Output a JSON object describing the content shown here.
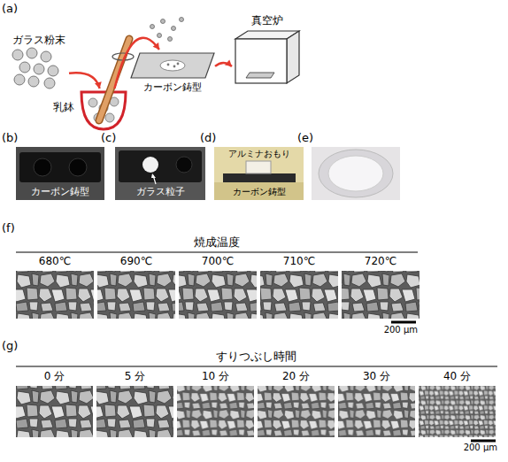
{
  "diagram": {
    "nodes": [
      {
        "text": [
          "ガラス粉末"
        ]
      },
      {
        "text": [
          "乳鉢"
        ]
      },
      {
        "text": [
          "カーボン鋳型"
        ]
      },
      {
        "text": [
          "真空炉"
        ]
      },
      {
        "text": [
          "カーボン鋳型"
        ]
      },
      {
        "text": [
          "ガラス粒子"
        ]
      },
      {
        "text": [
          "アルミナおもり",
          "カーボン鋳型"
        ]
      },
      {
        "text": [
          "680℃"
        ]
      },
      {
        "text": [
          "690℃"
        ]
      },
      {
        "text": [
          "700℃"
        ]
      },
      {
        "text": [
          "710℃"
        ]
      },
      {
        "text": [
          "720℃"
        ]
      },
      {
        "text": [
          "0 分"
        ]
      },
      {
        "text": [
          "5 分"
        ]
      },
      {
        "text": [
          "10 分"
        ]
      },
      {
        "text": [
          "20 分"
        ]
      },
      {
        "text": [
          "30 分"
        ]
      },
      {
        "text": [
          "40 分"
        ]
      }
    ],
    "edges": [
      {
        "from": 0,
        "to": 1,
        "arrow": "to"
      },
      {
        "from": 1,
        "to": 2,
        "arrow": "to"
      },
      {
        "from": 2,
        "to": 3,
        "arrow": "to"
      }
    ],
    "labels": [
      "(a)",
      "(b)",
      "(c)",
      "(d)",
      "(e)",
      "(f)",
      "焼成温度",
      "200 μm",
      "(g)",
      "すりつぶし時間",
      "200 μm"
    ]
  }
}
